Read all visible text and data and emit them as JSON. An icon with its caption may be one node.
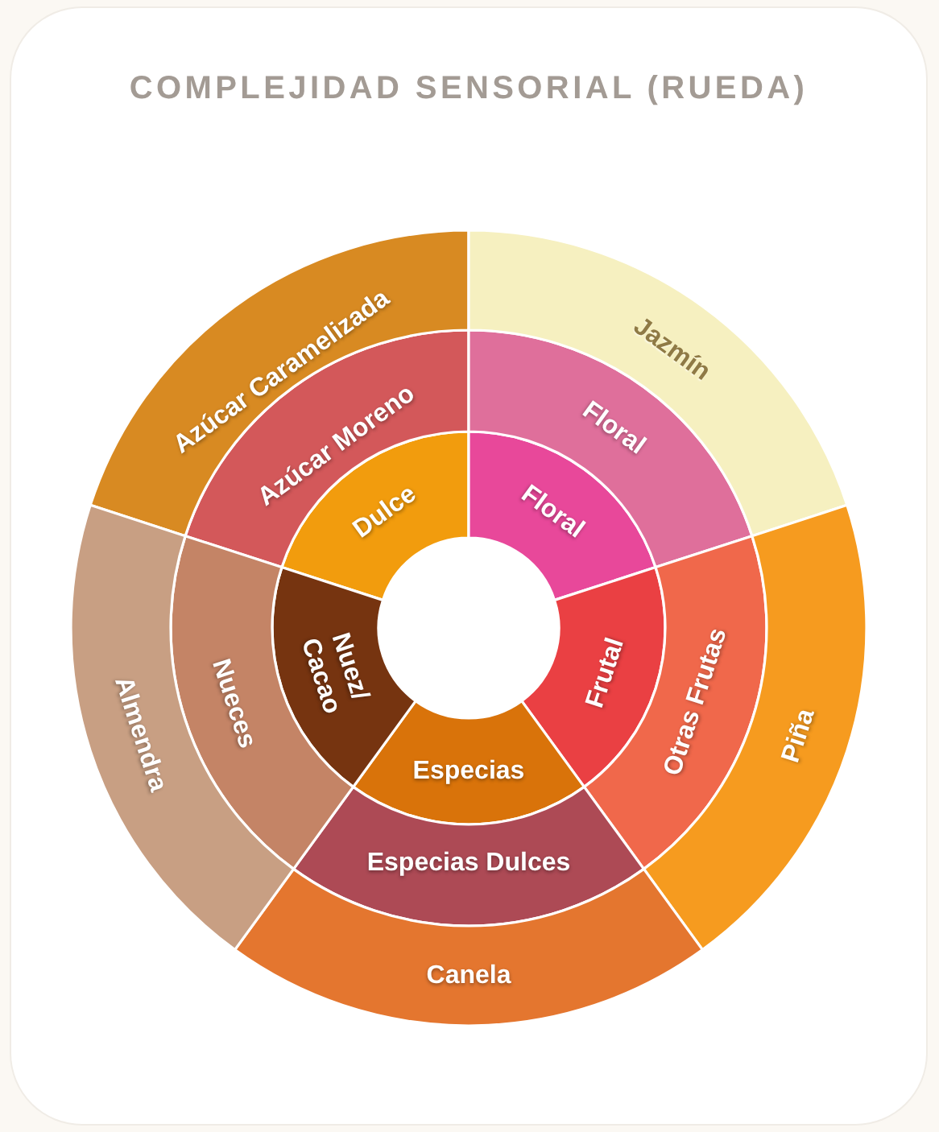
{
  "diagram": {
    "title": "COMPLEJIDAD SENSORIAL (RUEDA)",
    "nodes": [
      {
        "text": [
          "Dulce"
        ]
      },
      {
        "text": [
          "Azúcar Moreno"
        ]
      },
      {
        "text": [
          "Azúcar Caramelizada"
        ]
      },
      {
        "text": [
          "Floral"
        ]
      },
      {
        "text": [
          "Floral"
        ]
      },
      {
        "text": [
          "Jazmín"
        ]
      },
      {
        "text": [
          "Frutal"
        ]
      },
      {
        "text": [
          "Otras Frutas"
        ]
      },
      {
        "text": [
          "Piña"
        ]
      },
      {
        "text": [
          "Especias"
        ]
      },
      {
        "text": [
          "Especias Dulces"
        ]
      },
      {
        "text": [
          "Canela"
        ]
      },
      {
        "text": [
          "Nuez/ Cacao"
        ]
      },
      {
        "text": [
          "Nueces"
        ]
      },
      {
        "text": [
          "Almendra"
        ]
      }
    ]
  }
}
